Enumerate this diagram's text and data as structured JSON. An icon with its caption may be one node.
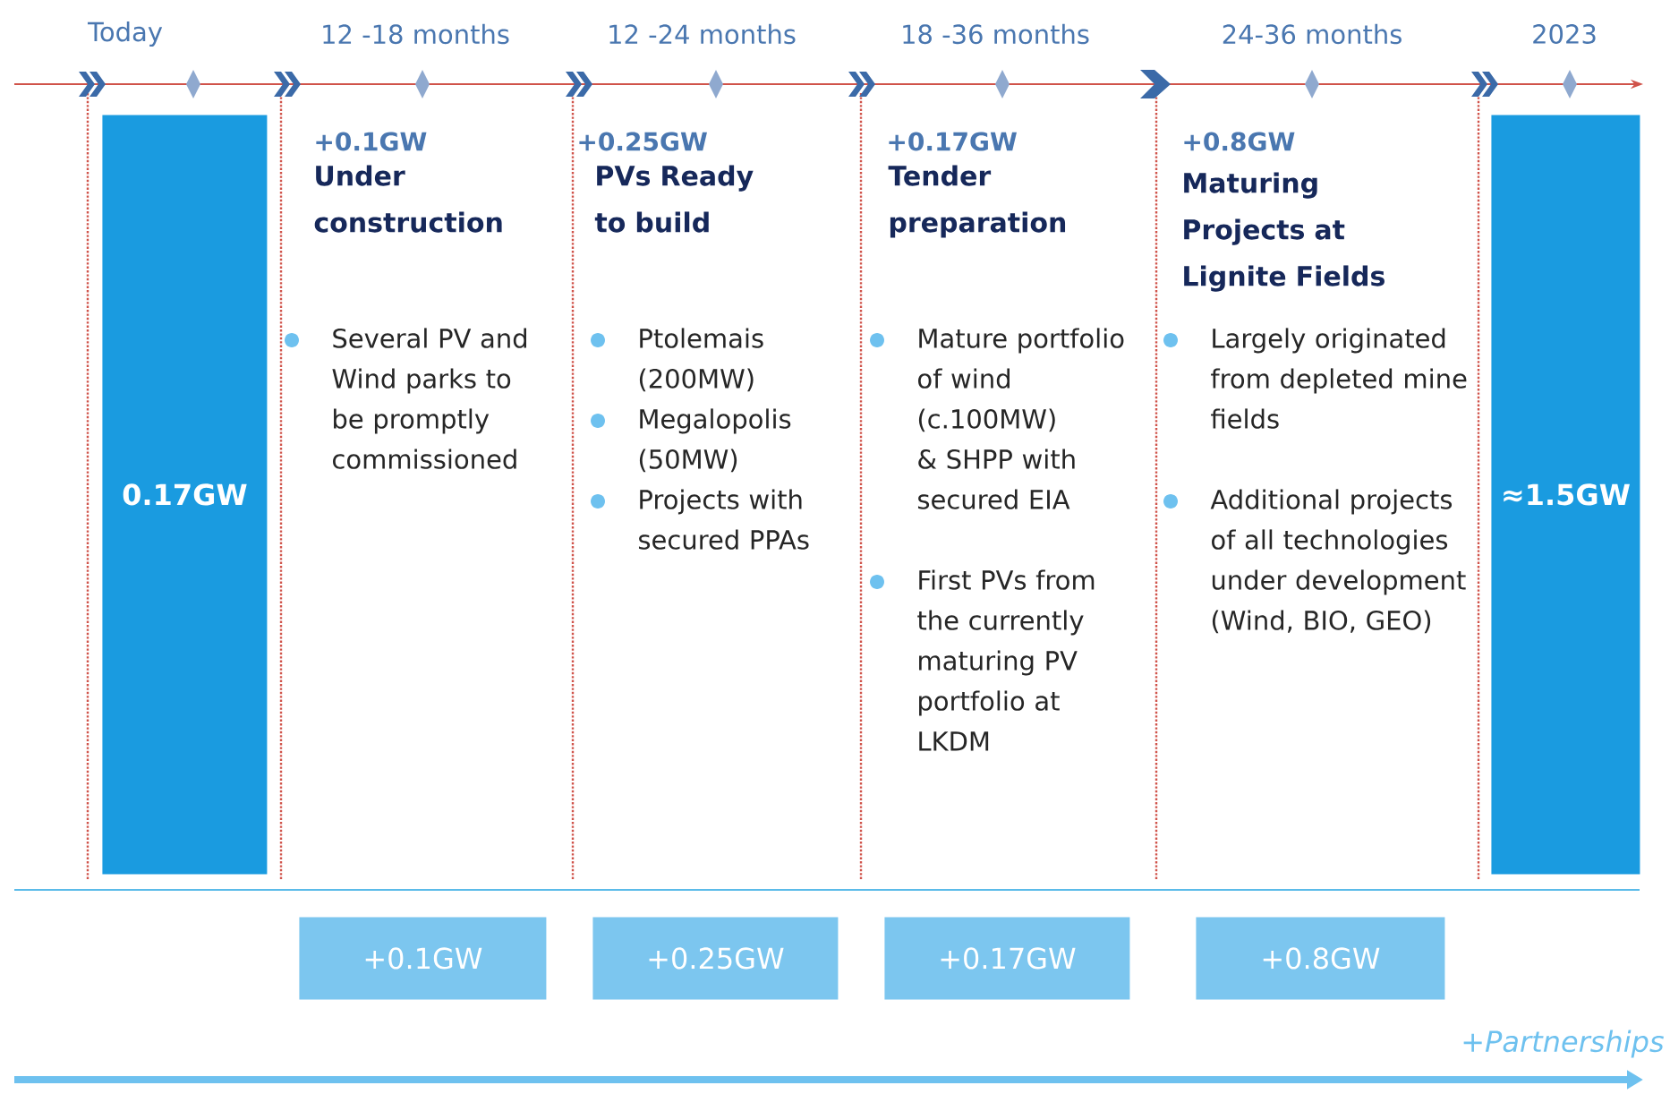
{
  "diagram": {
    "nodes": [
      {
        "text": [
          "0.17GW"
        ]
      },
      {
        "text": [
          "≈1.5GW"
        ]
      },
      {
        "text": [
          "+0.1GW"
        ]
      },
      {
        "text": [
          "+0.25GW"
        ]
      },
      {
        "text": [
          "+0.17GW"
        ]
      },
      {
        "text": [
          "+0.8GW"
        ]
      }
    ],
    "labels": [
      "Today",
      "12 -18 months",
      "12 -24 months",
      "18 -36 months",
      "24-36 months",
      "2023",
      "+0.1GW",
      "Under construction",
      "Several PV and Wind parks to be promptly commissioned",
      "+0.25GW",
      "PVs Ready to build",
      "Ptolemais (200MW)",
      "Megalopolis (50MW)",
      "Projects with secured PPAs",
      "+0.17GW",
      "Tender preparation",
      "Mature portfolio of wind (c.100MW) & SHPP with secured EIA",
      "First PVs from the currently maturing PV portfolio at LKDM",
      "+0.8GW",
      "Maturing Projects at Lignite Fields",
      "Largely originated from depleted mine fields",
      "Additional projects of all technologies under development (Wind, BIO, GEO)",
      "+Partnerships"
    ]
  }
}
